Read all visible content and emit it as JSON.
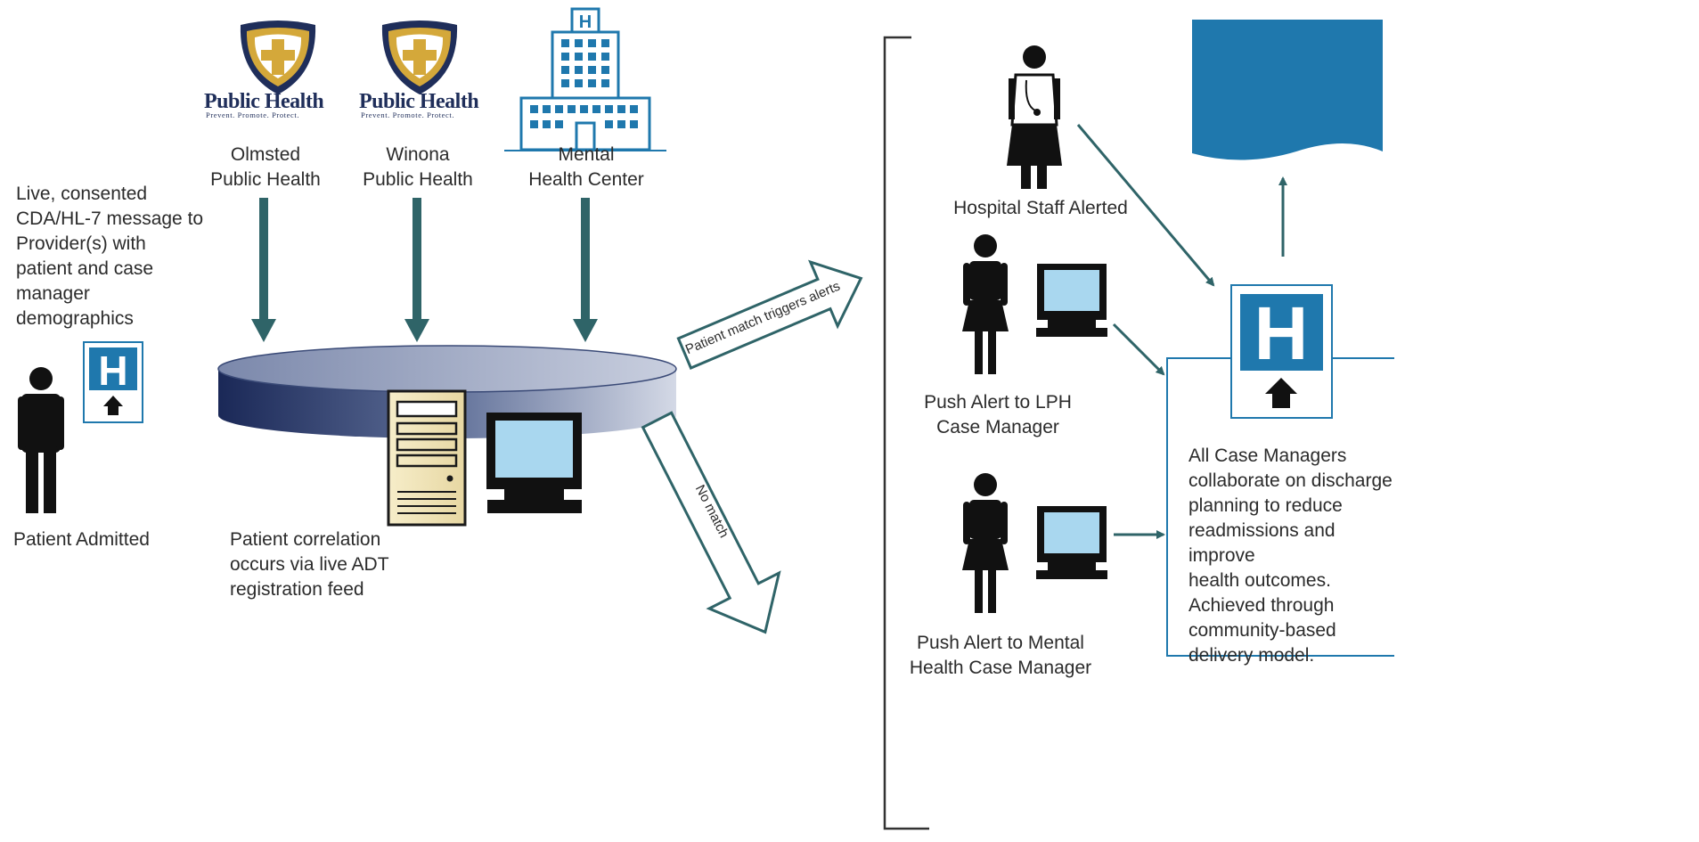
{
  "colors": {
    "arrow": "#2f6468",
    "blue": "#1f78ad",
    "screen": "#a9d7ef",
    "disk_dark": "#1d2c5a",
    "disk_light": "#b9c1d6",
    "logo_gold": "#d4a83a",
    "logo_navy": "#1f2e5a"
  },
  "icons": [
    "public-health-shield-icon",
    "hospital-building-icon",
    "person-icon",
    "hospital-sign-icon",
    "computer-tower-icon",
    "monitor-icon",
    "document-icon",
    "nurse-icon"
  ],
  "sources": [
    {
      "logo_text": "Public Health",
      "logo_tagline": "Prevent. Promote. Protect.",
      "label": "Olmsted\nPublic Health"
    },
    {
      "logo_text": "Public Health",
      "logo_tagline": "Prevent. Promote. Protect.",
      "label": "Winona\nPublic Health"
    },
    {
      "label": "Mental\nHealth Center"
    }
  ],
  "left": {
    "message": "Live, consented\nCDA/HL-7 message to\nProvider(s) with\npatient and case\nmanager\ndemographics",
    "patient": "Patient Admitted"
  },
  "center": {
    "correlation": "Patient correlation\noccurs via live ADT\nregistration feed",
    "match_arrow": "Patient match triggers alerts",
    "nomatch_arrow": "No match"
  },
  "alerts": {
    "hospital_staff": "Hospital Staff Alerted",
    "lph": "Push Alert to LPH\nCase Manager",
    "mental_health": "Push Alert to Mental\nHealth Case Manager"
  },
  "outcome": {
    "text": "All Case Managers\ncollaborate on discharge\nplanning to reduce\nreadmissions and improve\nhealth outcomes.\nAchieved through\ncommunity-based\ndelivery model."
  }
}
